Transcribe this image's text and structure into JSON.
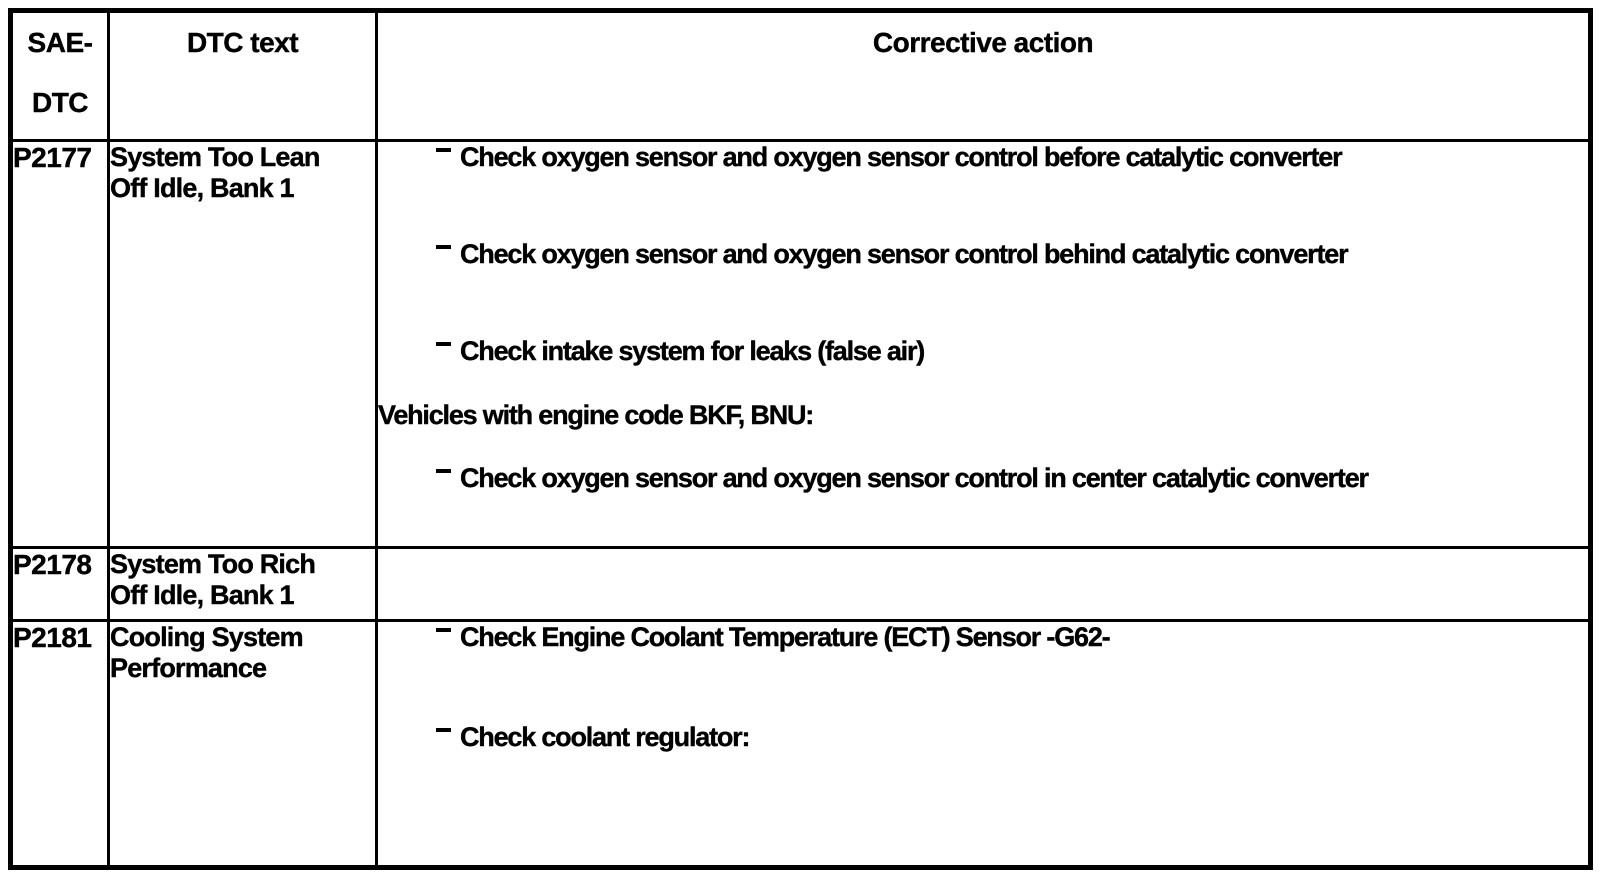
{
  "colors": {
    "text": "#000000",
    "background": "#ffffff",
    "border": "#000000"
  },
  "table": {
    "header": {
      "col1_line1": "SAE-",
      "col1_line2": "DTC",
      "col2": "DTC text",
      "col3": "Corrective action"
    },
    "rows": [
      {
        "code": "P2177",
        "dtc_line1": "System Too Lean",
        "dtc_line2": "Off Idle, Bank 1",
        "actions": [
          {
            "type": "bullet",
            "text": "Check oxygen sensor and oxygen sensor control before catalytic converter"
          },
          {
            "type": "bullet",
            "text": "Check oxygen sensor and oxygen sensor control behind catalytic converter"
          },
          {
            "type": "bullet",
            "text": "Check intake system for leaks (false air)"
          },
          {
            "type": "note",
            "text": "Vehicles with engine code BKF, BNU:"
          },
          {
            "type": "bullet",
            "text": "Check oxygen sensor and oxygen sensor control in center catalytic converter"
          }
        ]
      },
      {
        "code": "P2178",
        "dtc_line1": "System Too Rich",
        "dtc_line2": "Off Idle, Bank 1",
        "actions": []
      },
      {
        "code": "P2181",
        "dtc_line1": "Cooling System",
        "dtc_line2": "Performance",
        "actions": [
          {
            "type": "bullet",
            "text": "Check Engine Coolant Temperature (ECT) Sensor -G62-"
          },
          {
            "type": "bullet",
            "text": "Check coolant regulator:"
          }
        ]
      }
    ]
  }
}
